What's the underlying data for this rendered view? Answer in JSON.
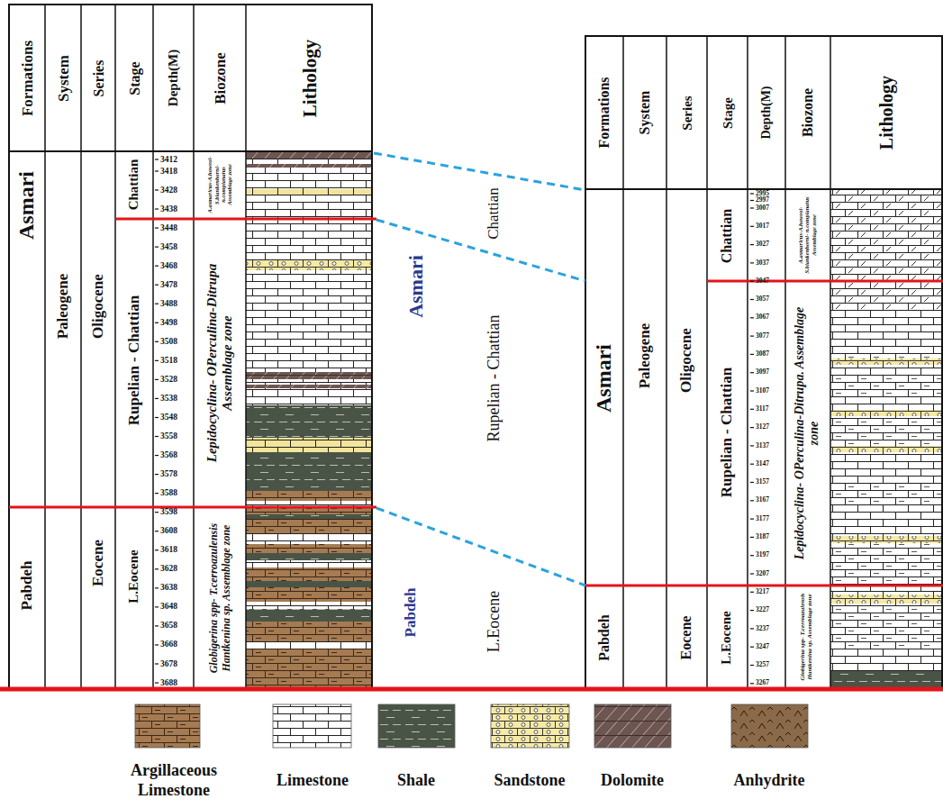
{
  "diagram": {
    "labels": [
      "Formations",
      "System",
      "Series",
      "Stage",
      "Depth(M)",
      "Biozone",
      "Lithology",
      "Asmari",
      "Pabdeh",
      "Paleogene",
      "Oligocene",
      "Eocene",
      "Chattian",
      "Rupelian - Chattian",
      "L.Eocene",
      "3412",
      "3418",
      "3428",
      "3438",
      "3448",
      "3458",
      "3468",
      "3478",
      "3488",
      "3498",
      "3508",
      "3518",
      "3528",
      "3538",
      "3548",
      "3558",
      "3568",
      "3578",
      "3588",
      "3598",
      "3608",
      "3618",
      "3628",
      "3638",
      "3648",
      "3658",
      "3668",
      "3678",
      "3688",
      "A.asmaricus-A.howeoi- S.blankenhorni- n.complanatus Assemblage zone",
      "Lepidocyclina- OPerculina-Ditrupa Assemblage zone",
      "Globigerina spp- T.cerroazulensis Hantkenina sp. Assemblage zone",
      "Chattian",
      "Asmari",
      "Rupelian - Chattian",
      "Pabdeh",
      "L.Eocene",
      "Formations",
      "System",
      "Series",
      "Stage",
      "Depth(M)",
      "Biozone",
      "Lithology",
      "Asmari",
      "Pabdeh",
      "Paleogene",
      "Oligocene",
      "Eocene",
      "Chattian",
      "Rupelian - Chattian",
      "L.Eocene",
      "2995",
      "2997",
      "3007",
      "3017",
      "3027",
      "3037",
      "3047",
      "3057",
      "3067",
      "3077",
      "3087",
      "3097",
      "3107",
      "3117",
      "3127",
      "3137",
      "3147",
      "3157",
      "3167",
      "3177",
      "3187",
      "3197",
      "3207",
      "3217",
      "3227",
      "3237",
      "3247",
      "3257",
      "3267",
      "A.asmaricus-A.howeoi- S.blankenhorni- n.complanatus Assemblage zone",
      "Lepidocyclina- OPerculina-Ditrupa. Assemblage zone",
      "Globigerina spp- T.cerroazulensis Hantkenina sp. Assemblage zone"
    ],
    "legend": [
      {
        "text": "Argillaceous Limestone"
      },
      {
        "text": "Limestone"
      },
      {
        "text": "Shale"
      },
      {
        "text": "Sandstone"
      },
      {
        "text": "Dolomite"
      },
      {
        "text": "Anhydrite"
      }
    ]
  }
}
